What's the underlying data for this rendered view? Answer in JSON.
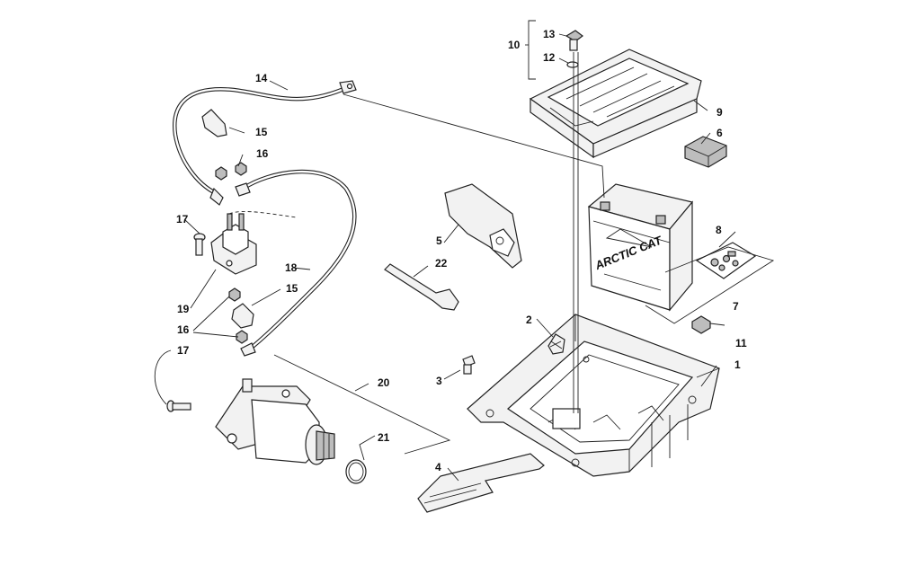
{
  "diagram": {
    "callouts": {
      "c1": "1",
      "c2": "2",
      "c3": "3",
      "c4": "4",
      "c5": "5",
      "c6": "6",
      "c7": "7",
      "c8": "8",
      "c9": "9",
      "c10": "10",
      "c11": "11",
      "c12": "12",
      "c13": "13",
      "c14": "14",
      "c15a": "15",
      "c15b": "15",
      "c16a": "16",
      "c16b": "16",
      "c17a": "17",
      "c17b": "17",
      "c18": "18",
      "c19": "19",
      "c20": "20",
      "c21": "21",
      "c22": "22"
    },
    "battery_logo": "ARCTIC CAT"
  }
}
